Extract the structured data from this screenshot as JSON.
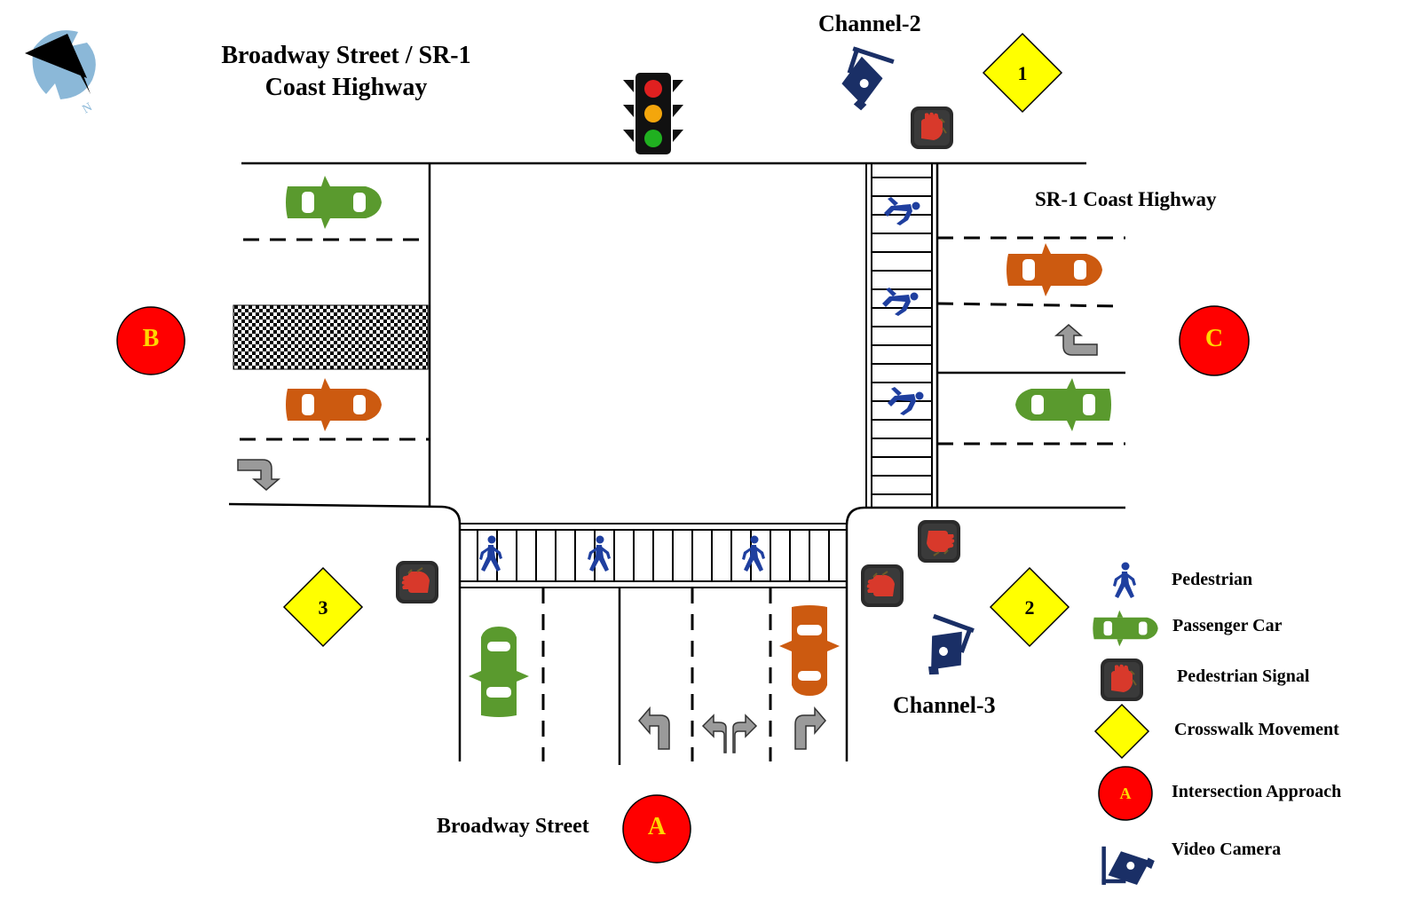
{
  "title": {
    "line1": "Broadway Street / SR-1",
    "line2": "Coast Highway"
  },
  "street_labels": {
    "east": "SR-1 Coast Highway",
    "south": "Broadway Street"
  },
  "cameras": {
    "north": "Channel-2",
    "southeast": "Channel-3"
  },
  "approaches": {
    "A": "A",
    "B": "B",
    "C": "C"
  },
  "crosswalks": {
    "1": "1",
    "2": "2",
    "3": "3"
  },
  "legend": {
    "pedestrian": "Pedestrian",
    "passenger_car": "Passenger Car",
    "pedestrian_signal": "Pedestrian Signal",
    "crosswalk_movement": "Crosswalk Movement",
    "intersection_approach": "Intersection Approach",
    "intersection_approach_sample": "A",
    "video_camera": "Video Camera"
  },
  "icons": {
    "compass": "compass-icon",
    "traffic_light": "traffic-light-icon",
    "camera": "video-camera-icon",
    "pedestrian": "walking-person-icon",
    "pedestrian_signal": "hand-signal-icon",
    "car": "car-icon",
    "turn_arrow": "turn-arrow-icon"
  },
  "colors": {
    "approach_red": "#ff0000",
    "approach_text": "#ffd700",
    "crosswalk_yellow": "#ffff00",
    "car_green": "#5a9a2e",
    "car_orange": "#cc5a10",
    "pedestrian_blue": "#1f3f9f",
    "camera_navy": "#1a2f66",
    "compass_blue": "#8bb8d8"
  }
}
